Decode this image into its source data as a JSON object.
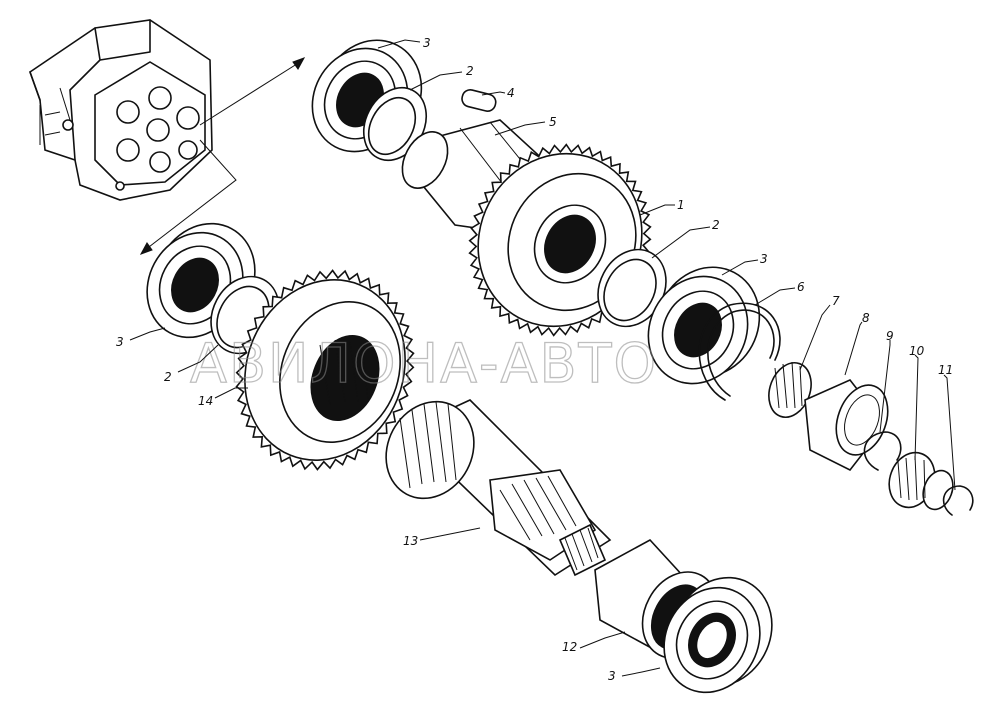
{
  "watermark": "АВИЛОНА-АВТО",
  "callouts": {
    "bearing_top": "3",
    "ring_top": "2",
    "key": "4",
    "shaft_spacer": "5",
    "big_gear": "1",
    "ring_mid": "2",
    "bearing_mid": "3",
    "snap_ring_large": "6",
    "small_gear": "7",
    "needle_bearing": "8",
    "snap_ring_small": "9",
    "gear_small_end": "10",
    "snap_ring_end": "11",
    "bearing_left": "3",
    "ring_left": "2",
    "gear_left": "14",
    "shaft": "13",
    "bushing": "12",
    "bearing_bottom": "3"
  }
}
